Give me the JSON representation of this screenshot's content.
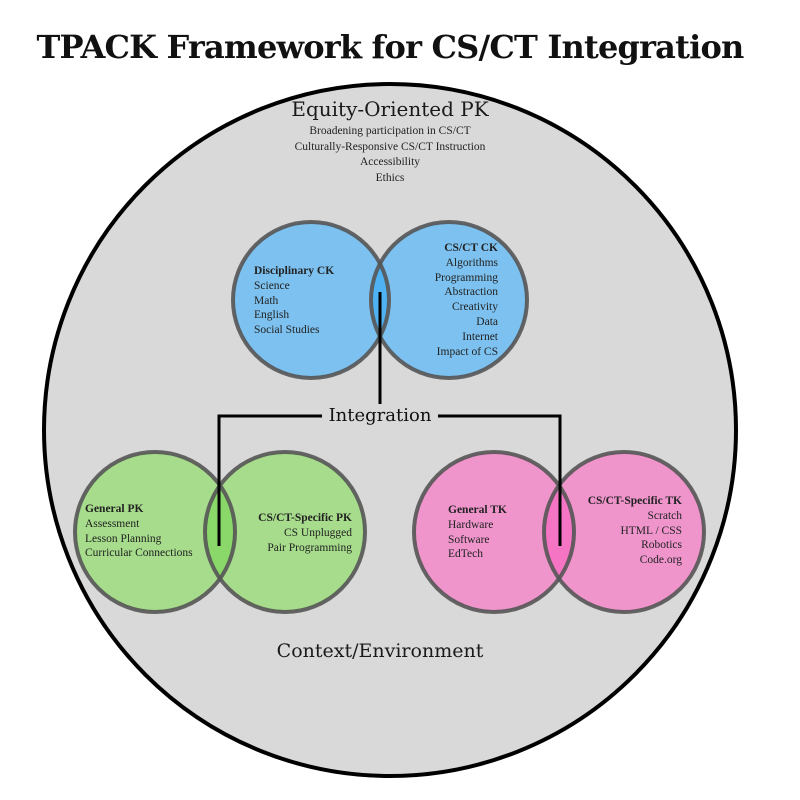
{
  "title": "TPACK Framework for CS/CT Integration",
  "colors": {
    "outer_fill": "#d9d9d9",
    "outer_stroke": "#000000",
    "content_fill": "#7cc1ef",
    "content_overlap": "#4fb2f2",
    "pedagogy_fill": "#a6dc8b",
    "pedagogy_overlap": "#8ad86a",
    "technology_fill": "#ef95cc",
    "technology_overlap": "#f574c4",
    "circle_stroke": "#555555",
    "connector": "#000000"
  },
  "outer": {
    "equity_heading": "Equity-Oriented PK",
    "equity_items": [
      "Broadening participation in CS/CT",
      "Culturally-Responsive CS/CT Instruction",
      "Accessibility",
      "Ethics"
    ],
    "context_label": "Context/Environment"
  },
  "integration_label": "Integration",
  "content_knowledge": {
    "disciplinary": {
      "heading": "Disciplinary CK",
      "items": [
        "Science",
        "Math",
        "English",
        "Social Studies"
      ]
    },
    "cs_ct": {
      "heading": "CS/CT CK",
      "items": [
        "Algorithms",
        "Programming",
        "Abstraction",
        "Creativity",
        "Data",
        "Internet",
        "Impact of CS"
      ]
    }
  },
  "pedagogical_knowledge": {
    "general": {
      "heading": "General PK",
      "items": [
        "Assessment",
        "Lesson Planning",
        "Curricular Connections"
      ]
    },
    "cs_ct_specific": {
      "heading": "CS/CT-Specific PK",
      "items": [
        "CS Unplugged",
        "Pair Programming"
      ]
    }
  },
  "technological_knowledge": {
    "general": {
      "heading": "General TK",
      "items": [
        "Hardware",
        "Software",
        "EdTech"
      ]
    },
    "cs_ct_specific": {
      "heading": "CS/CT-Specific TK",
      "items": [
        "Scratch",
        "HTML / CSS",
        "Robotics",
        "Code.org"
      ]
    }
  }
}
